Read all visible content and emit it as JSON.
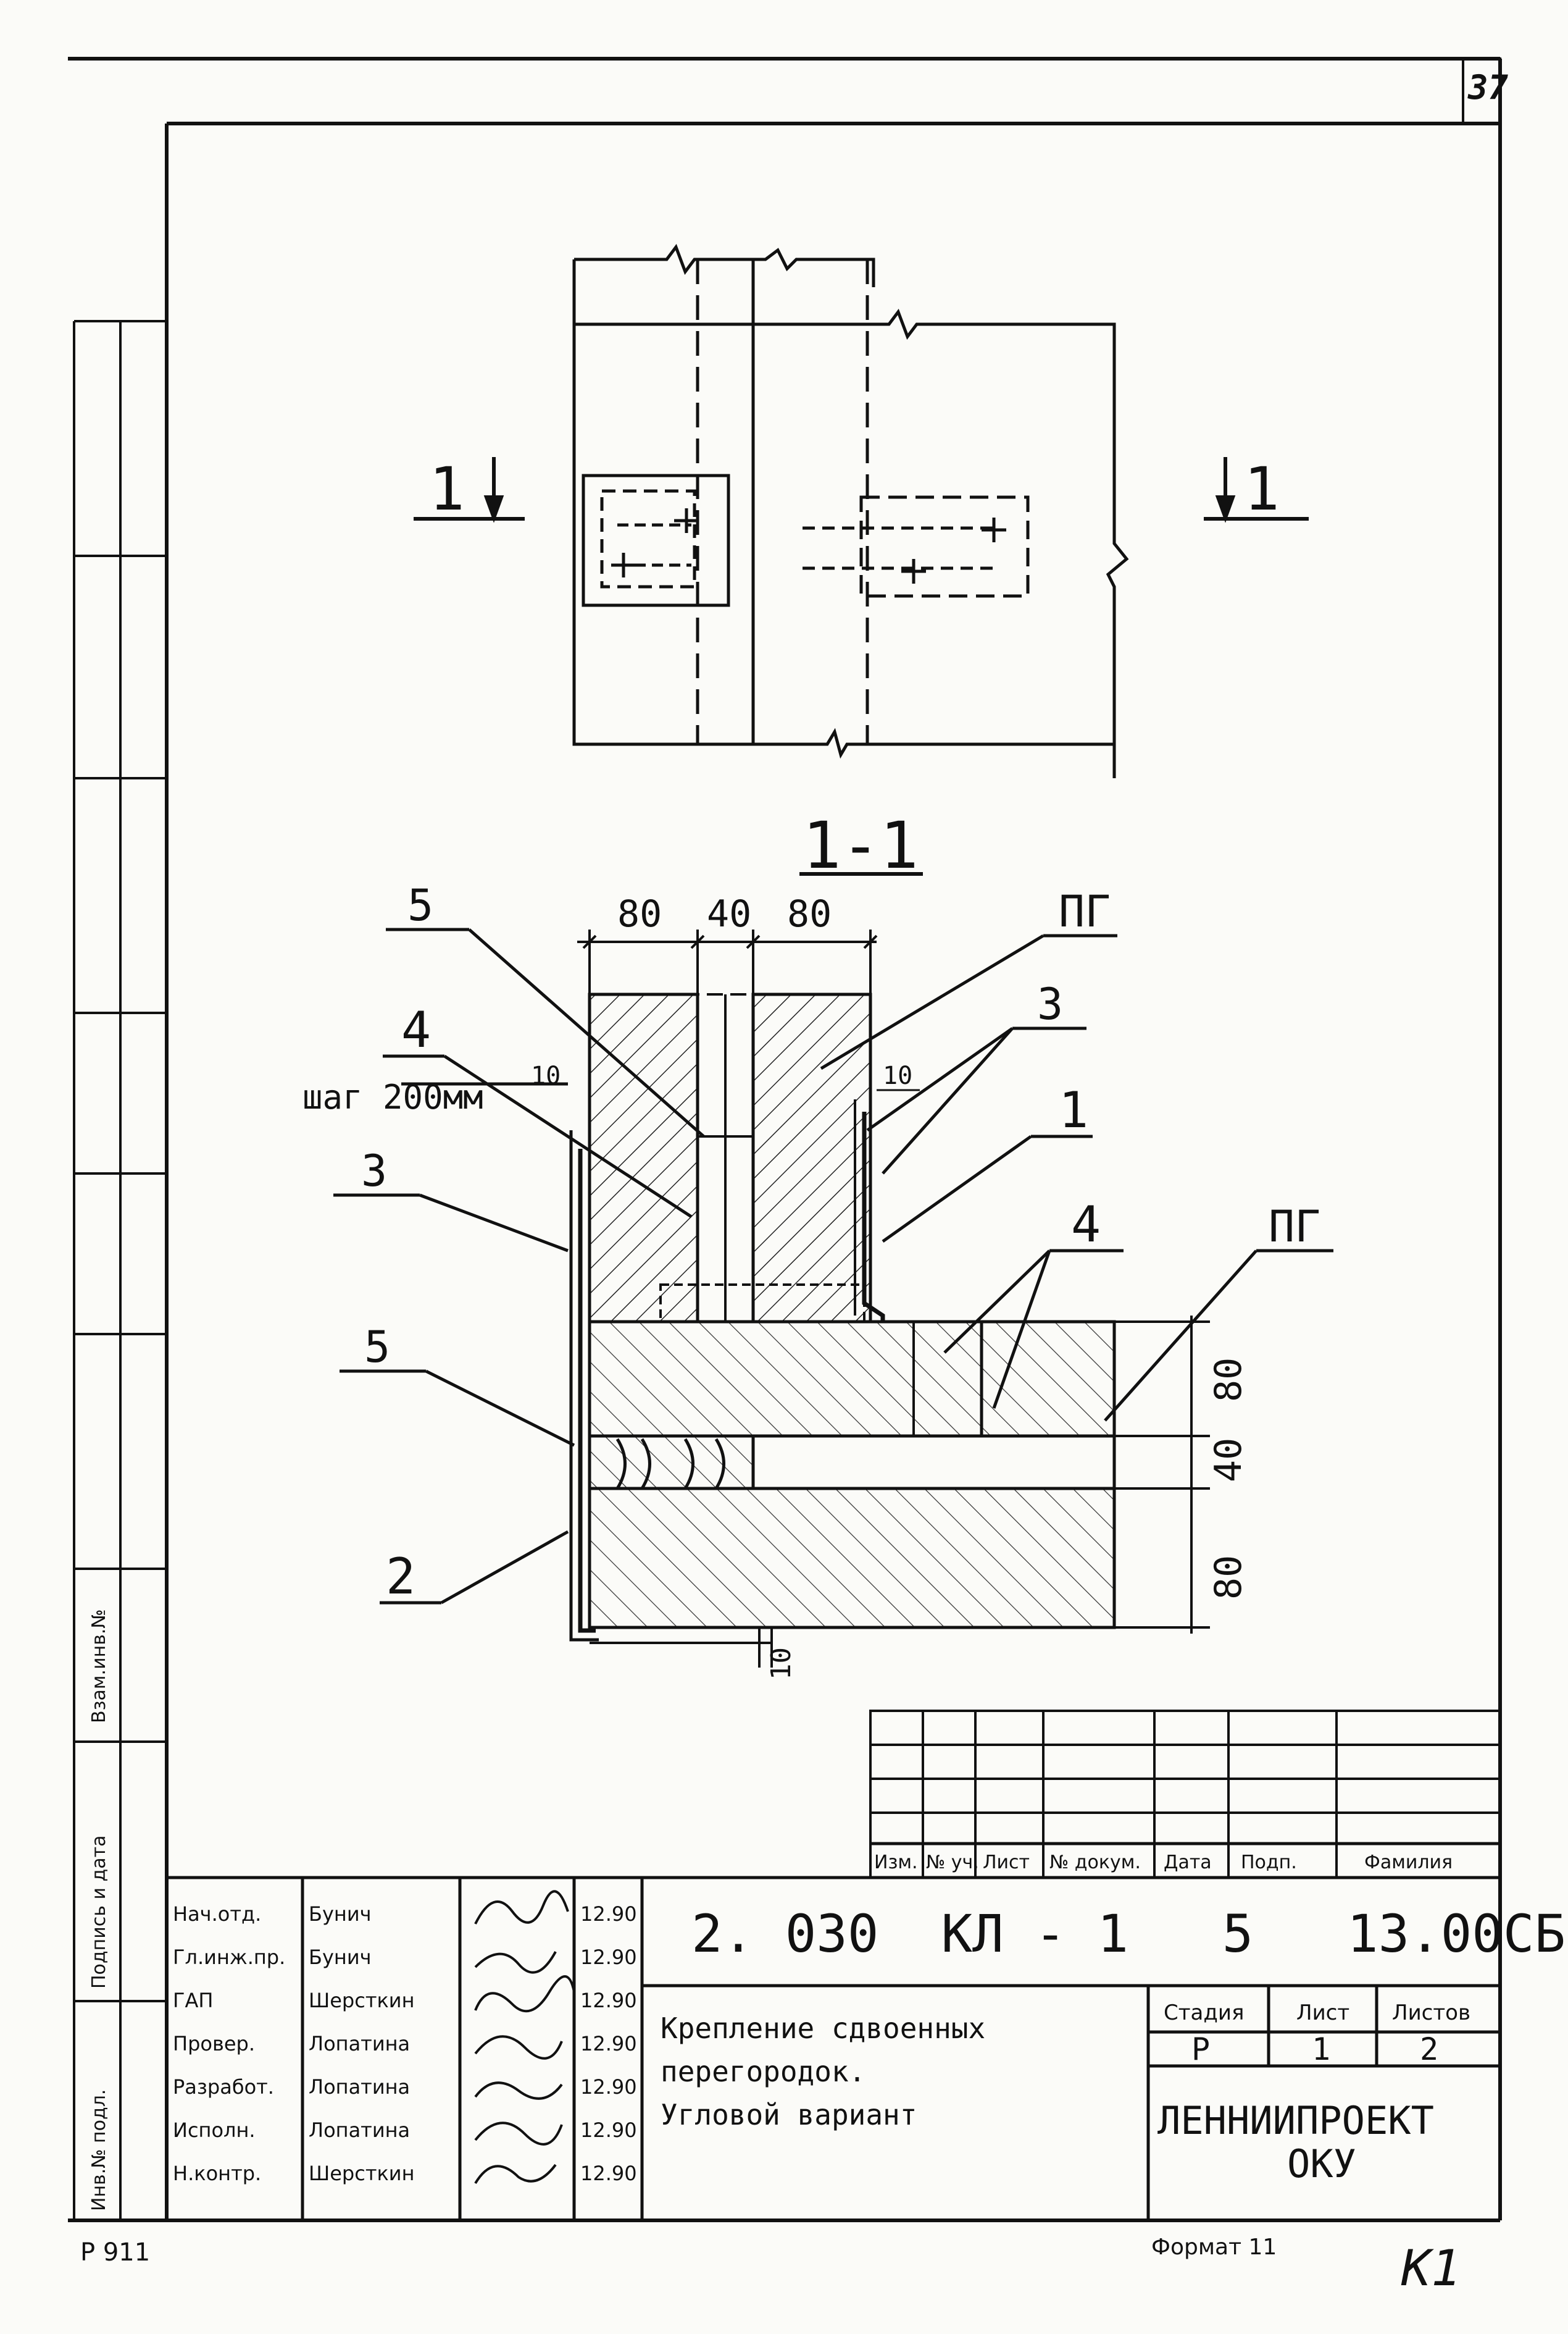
{
  "sheet_number": "37",
  "plan_view": {
    "section_mark_left": "1",
    "section_mark_right": "1"
  },
  "section": {
    "title": "1-1",
    "top_dims": [
      "80",
      "40",
      "80"
    ],
    "right_dims": [
      "80",
      "40",
      "80"
    ],
    "small_dims": [
      "10",
      "10",
      "10"
    ],
    "step_note": "шаг 200мм",
    "callouts": [
      "5",
      "4",
      "3",
      "5",
      "2",
      "ПГ",
      "3",
      "1",
      "4",
      "ПГ"
    ]
  },
  "revision_table": {
    "headers": [
      "Изм.",
      "№ уч.",
      "Лист",
      "№ докум.",
      "Дата",
      "Подп.",
      "Фамилия"
    ]
  },
  "side_column_labels": [
    "Взам.инв.№",
    "Подпись и дата",
    "Инв.№ подл."
  ],
  "signatures": {
    "roles": [
      "Нач.отд.",
      "Гл.инж.пр.",
      "ГАП",
      "Провер.",
      "Разработ.",
      "Исполн.",
      "Н.контр."
    ],
    "names": [
      "Бунич",
      "Бунич",
      "Шерсткин",
      "Лопатина",
      "Лопатина",
      "Лопатина",
      "Шерсткин"
    ],
    "dates": [
      "12.90",
      "12.90",
      "12.90",
      "12.90",
      "12.90",
      "12.90",
      "12.90"
    ]
  },
  "title_block": {
    "doc_code": "2. 030  КЛ - 1   5   13.00СБ",
    "title_line1": "Крепление сдвоенных",
    "title_line2": "перегородок.",
    "title_line3": "Угловой вариант",
    "stage_header": "Стадия",
    "sheet_header": "Лист",
    "sheets_header": "Листов",
    "stage": "Р",
    "sheet": "1",
    "sheets": "2",
    "org_line1": "ЛЕННИИПРОЕКТ",
    "org_line2": "ОКУ"
  },
  "footer": {
    "format": "Формат 11",
    "mark": "К1",
    "left_code": "Р 911"
  }
}
